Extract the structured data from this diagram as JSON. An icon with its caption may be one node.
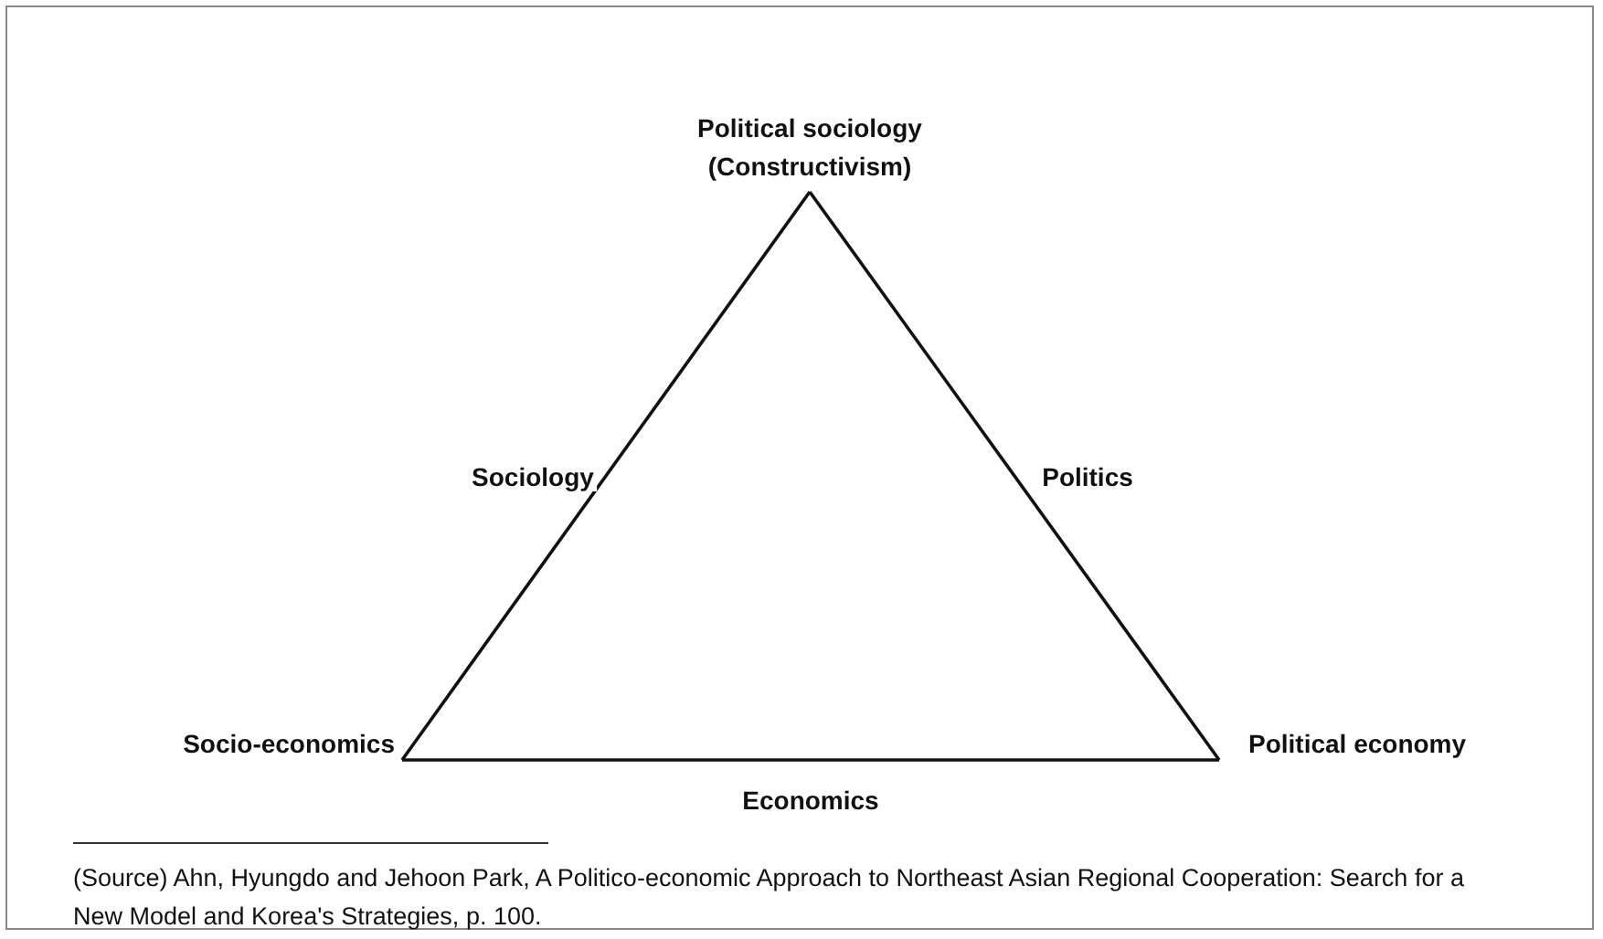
{
  "diagram": {
    "nodes": [
      {
        "text": [
          "Political sociology",
          "(Constructivism)"
        ]
      },
      {
        "text": [
          "Socio-economics"
        ]
      },
      {
        "text": [
          "Political economy"
        ]
      }
    ],
    "edges": [
      {
        "from": 0,
        "to": 1,
        "arrow": "none",
        "label": "Sociology"
      },
      {
        "from": 0,
        "to": 2,
        "arrow": "none",
        "label": "Politics"
      },
      {
        "from": 1,
        "to": 2,
        "arrow": "none",
        "label": "Economics"
      }
    ],
    "caption": "(Source) Ahn, Hyungdo and Jehoon Park, A Politico-economic Approach to Northeast Asian Regional Cooperation: Search for a New Model and Korea's Strategies, p. 100."
  }
}
